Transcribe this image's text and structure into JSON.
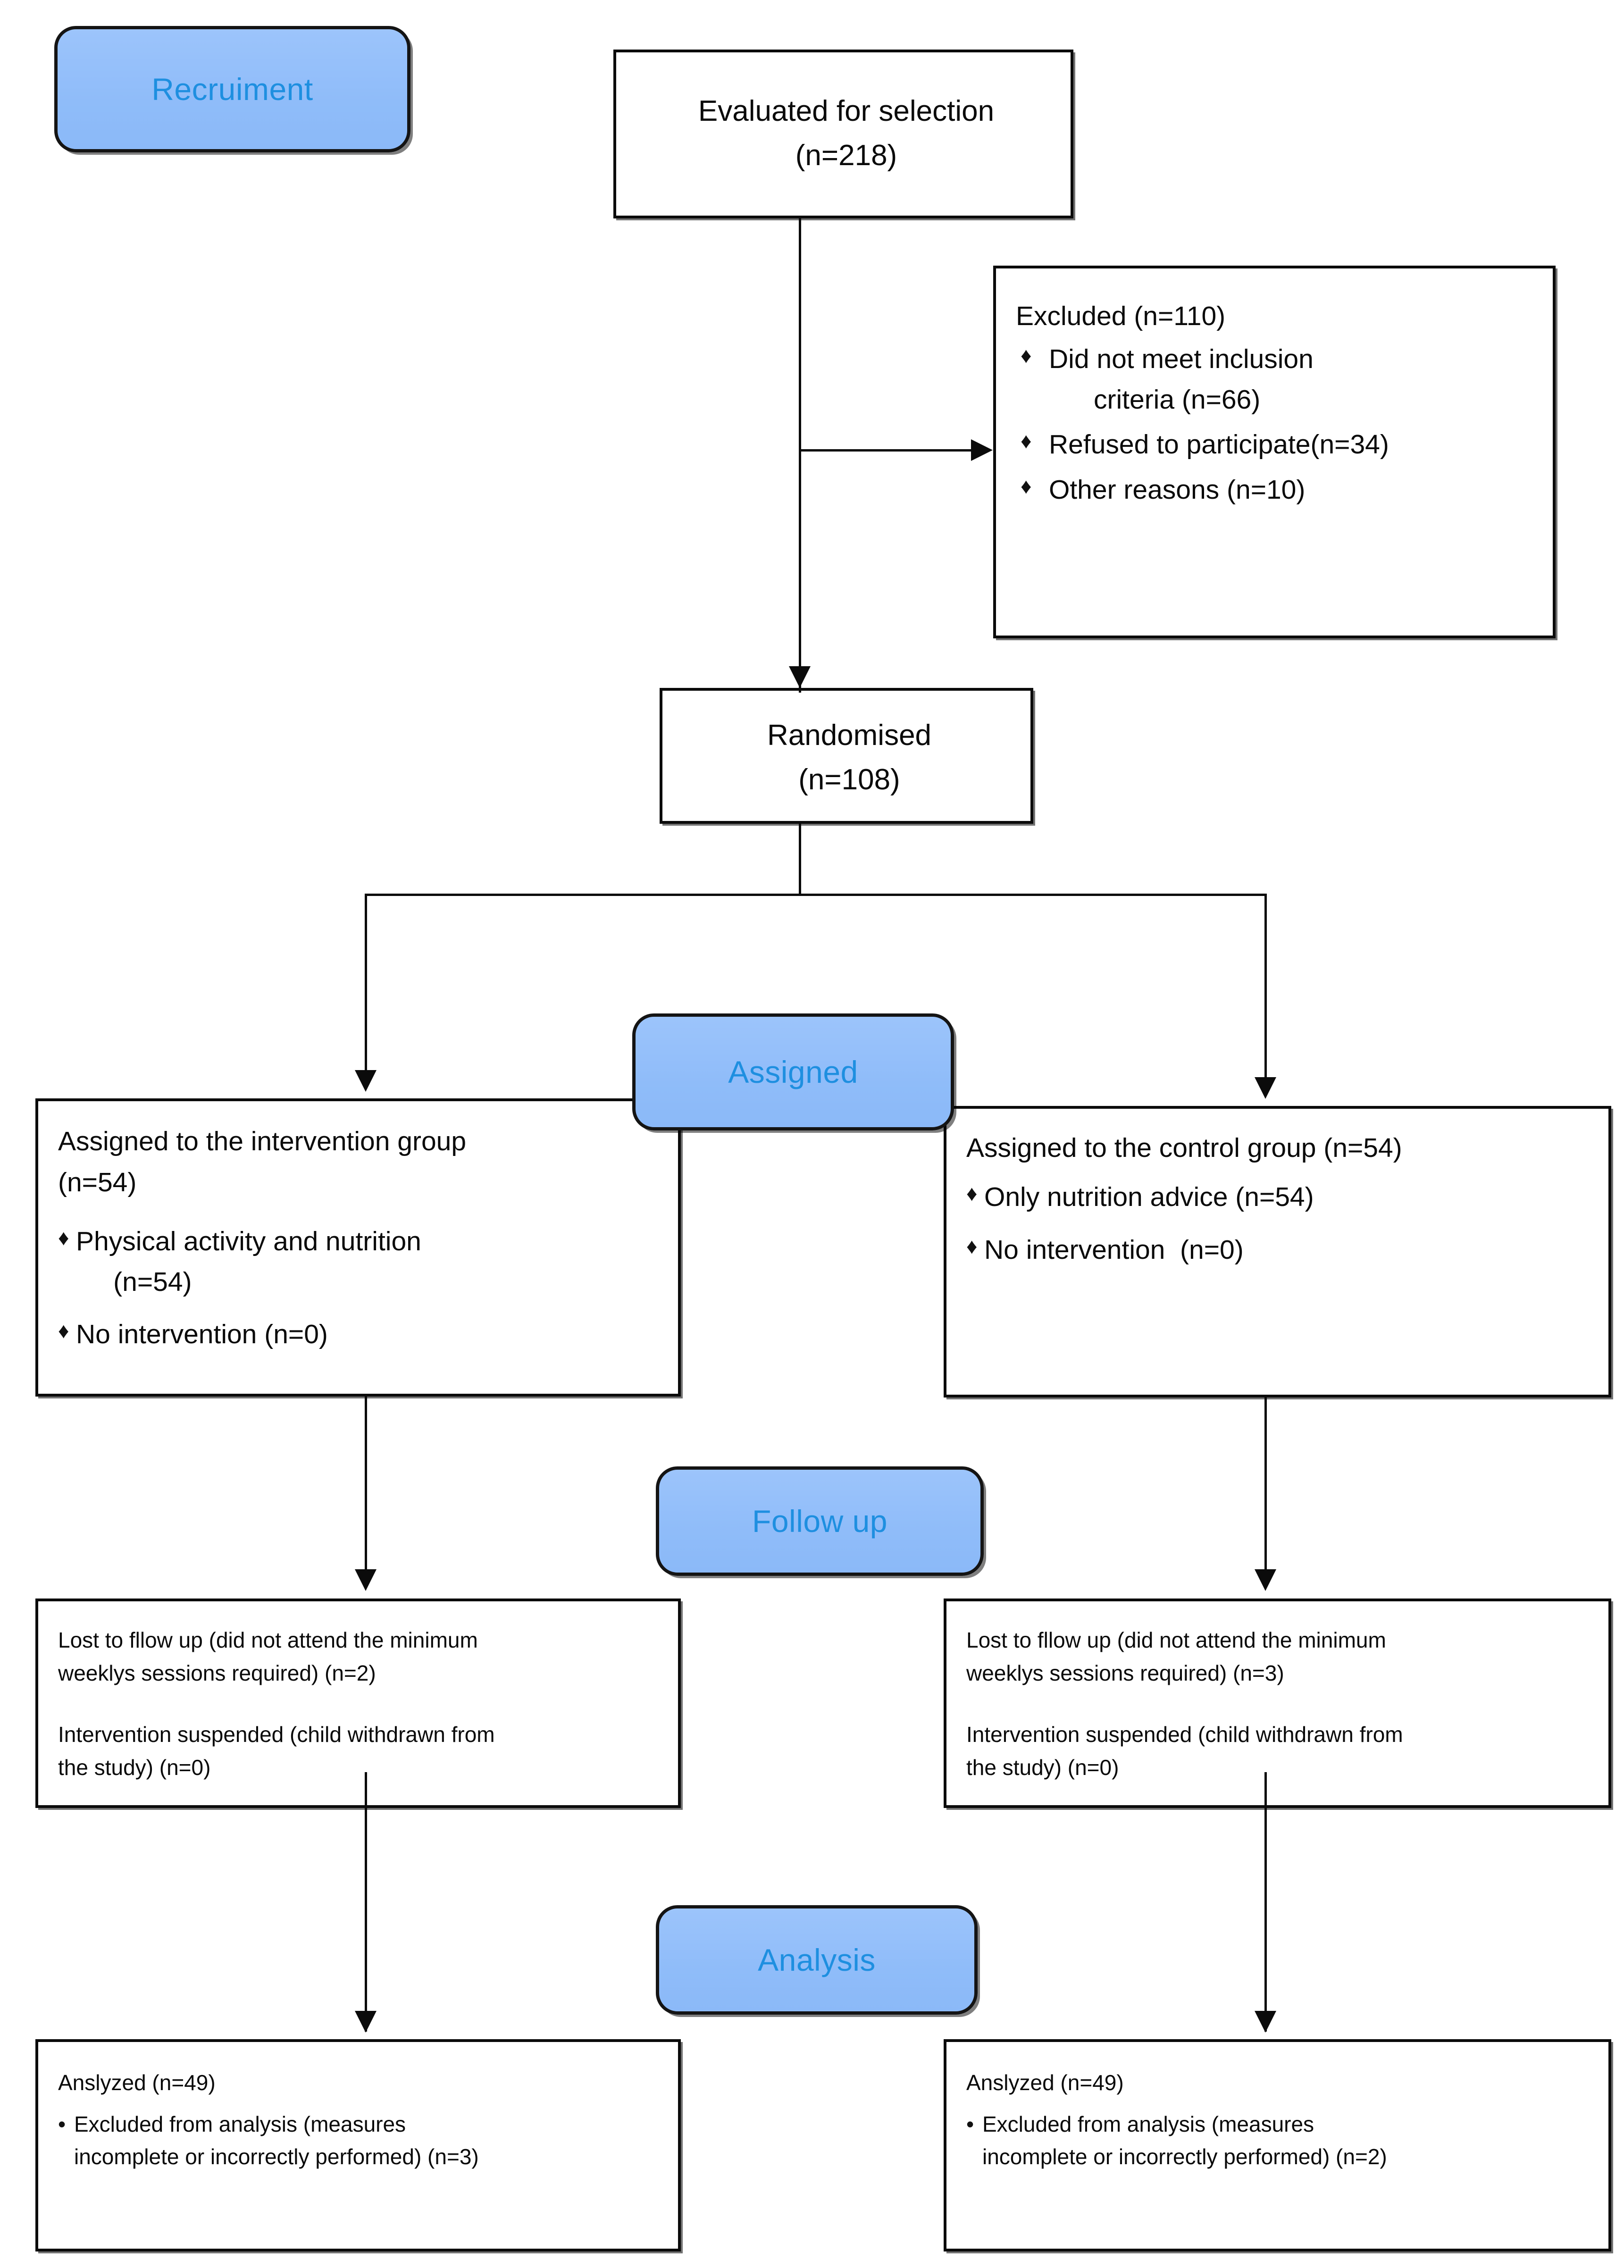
{
  "diagram": {
    "title": "CONSORT participant flow diagram",
    "type": "flowchart",
    "accent_blue_fill": "#93BFFA",
    "accent_blue_text": "#1E8FE0",
    "box_border_color": "#0b0b0b",
    "background": "#ffffff"
  },
  "stage_badges": {
    "recruitment": "Recruiment",
    "assigned": "Assigned",
    "followup": "Follow up",
    "analysis": "Analysis"
  },
  "nodes": {
    "evaluated": {
      "line1": "Evaluated for selection",
      "line2": "(n=218)"
    },
    "excluded": {
      "heading": "Excluded (n=110)",
      "bullet_glyph": "♦",
      "items": [
        "Did not meet inclusion\n      criteria (n=66)",
        "Refused to participate(n=34)",
        "Other reasons (n=10)"
      ]
    },
    "randomised": {
      "line1": "Randomised",
      "line2": "(n=108)"
    },
    "intervention_group": {
      "heading": "Assigned to the intervention group\n(n=54)",
      "bullet_glyph": "♦",
      "items": [
        "Physical activity and nutrition\n     (n=54)",
        "No intervention (n=0)"
      ]
    },
    "control_group": {
      "heading": "Assigned to the control group (n=54)",
      "bullet_glyph": "♦",
      "items": [
        "Only nutrition advice (n=54)",
        "No intervention  (n=0)"
      ]
    },
    "followup_left": {
      "para1": "Lost to fllow up (did not attend the minimum\nweeklys sessions required) (n=2)",
      "para2": "Intervention suspended (child withdrawn from\nthe study) (n=0)"
    },
    "followup_right": {
      "para1": "Lost to fllow up (did not attend the minimum\nweeklys sessions required) (n=3)",
      "para2": "Intervention suspended (child withdrawn from\nthe study) (n=0)"
    },
    "analysis_left": {
      "heading": "Anslyzed (n=49)",
      "bullet_glyph": "•",
      "item": "Excluded from analysis (measures\nincomplete or incorrectly performed) (n=3)"
    },
    "analysis_right": {
      "heading": "Anslyzed (n=49)",
      "bullet_glyph": "•",
      "item": "Excluded from analysis (measures\nincomplete or incorrectly performed) (n=2)"
    }
  },
  "chart_data": {
    "type": "flow",
    "title": "CONSORT flow diagram",
    "stages": [
      "Recruiment",
      "Assigned",
      "Follow up",
      "Analysis"
    ],
    "counts": {
      "evaluated_for_selection": 218,
      "excluded_total": 110,
      "excluded_did_not_meet_inclusion_criteria": 66,
      "excluded_refused_to_participate": 34,
      "excluded_other_reasons": 10,
      "randomised": 108,
      "intervention_assigned": 54,
      "intervention_physical_activity_and_nutrition": 54,
      "intervention_no_intervention": 0,
      "control_assigned": 54,
      "control_only_nutrition_advice": 54,
      "control_no_intervention": 0,
      "intervention_lost_to_followup": 2,
      "intervention_suspended": 0,
      "control_lost_to_followup": 3,
      "control_suspended": 0,
      "intervention_analyzed": 49,
      "intervention_excluded_from_analysis": 3,
      "control_analyzed": 49,
      "control_excluded_from_analysis": 2
    }
  }
}
